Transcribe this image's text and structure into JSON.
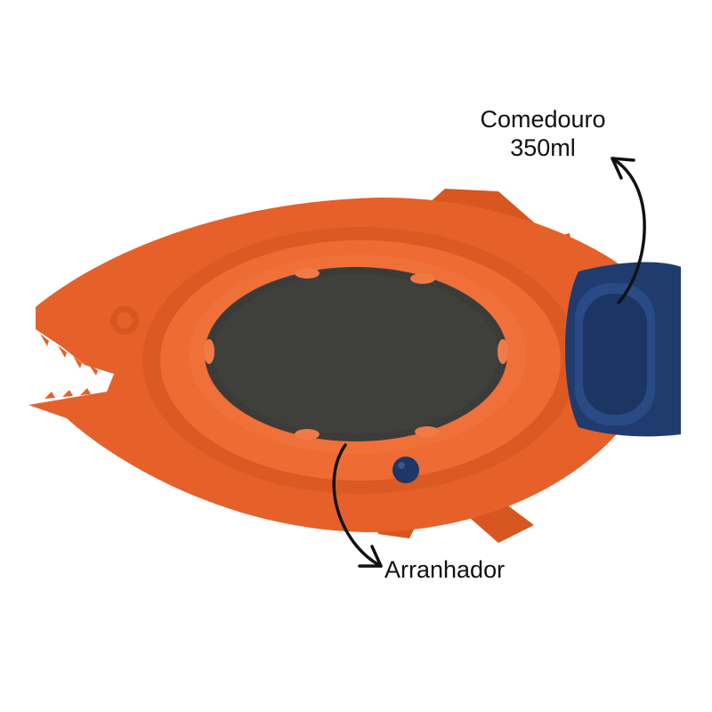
{
  "labels": {
    "feeder_title": "Comedouro",
    "feeder_volume": "350ml",
    "scratcher": "Arranhador"
  },
  "colors": {
    "body": "#E6602A",
    "body_shade": "#C94E1E",
    "pad": "#3B3B39",
    "feeder": "#203C6E",
    "arrow": "#111111"
  }
}
